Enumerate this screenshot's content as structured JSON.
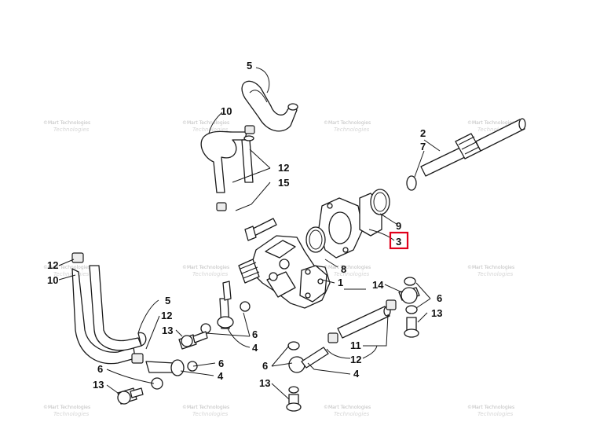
{
  "diagram": {
    "highlight_color": "#e0001b",
    "highlighted_callout": "3",
    "callouts": [
      {
        "id": "c5a",
        "text": "5"
      },
      {
        "id": "c10a",
        "text": "10"
      },
      {
        "id": "c12a",
        "text": "12"
      },
      {
        "id": "c15",
        "text": "15"
      },
      {
        "id": "c2",
        "text": "2"
      },
      {
        "id": "c7",
        "text": "7"
      },
      {
        "id": "c9",
        "text": "9"
      },
      {
        "id": "c3",
        "text": "3"
      },
      {
        "id": "c8",
        "text": "8"
      },
      {
        "id": "c1",
        "text": "1"
      },
      {
        "id": "c12b",
        "text": "12"
      },
      {
        "id": "c10b",
        "text": "10"
      },
      {
        "id": "c5b",
        "text": "5"
      },
      {
        "id": "c12c",
        "text": "12"
      },
      {
        "id": "c13a",
        "text": "13"
      },
      {
        "id": "c6a",
        "text": "6"
      },
      {
        "id": "c4a",
        "text": "4"
      },
      {
        "id": "c6b",
        "text": "6"
      },
      {
        "id": "c4b",
        "text": "4"
      },
      {
        "id": "c6c",
        "text": "6"
      },
      {
        "id": "c13b",
        "text": "13"
      },
      {
        "id": "c14",
        "text": "14"
      },
      {
        "id": "c6d",
        "text": "6"
      },
      {
        "id": "c13c",
        "text": "13"
      },
      {
        "id": "c11",
        "text": "11"
      },
      {
        "id": "c12d",
        "text": "12"
      },
      {
        "id": "c6e",
        "text": "6"
      },
      {
        "id": "c4c",
        "text": "4"
      },
      {
        "id": "c13d",
        "text": "13"
      }
    ],
    "watermark": {
      "line1": "©Mart Technologies",
      "line2": "Technologies"
    }
  }
}
